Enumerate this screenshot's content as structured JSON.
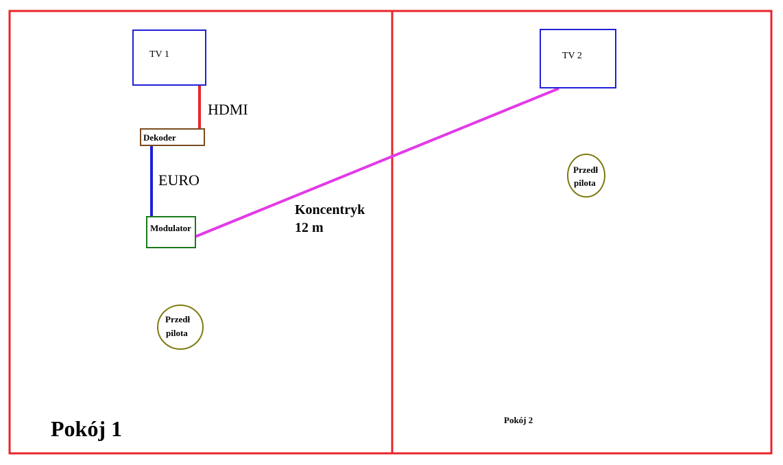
{
  "rooms": {
    "room1_label": "Pokój 1",
    "room2_label": "Pokój 2"
  },
  "devices": {
    "tv1": "TV 1",
    "tv2": "TV 2",
    "decoder": "Dekoder",
    "modulator": "Modulator"
  },
  "cables": {
    "hdmi": "HDMI",
    "euro": "EURO",
    "coax_line1": "Koncentryk",
    "coax_line2": "12 m"
  },
  "remote_extenders": {
    "room1": {
      "line1": "Przedł",
      "line2": "pilota"
    },
    "room2": {
      "line1": "Przedł",
      "line2": "pilota"
    }
  },
  "colors": {
    "room_border": "#e8262a",
    "tv_border": "#1f1fd6",
    "hdmi_cable": "#e8262a",
    "euro_cable": "#1f1fd6",
    "decoder_border": "#7a4a1e",
    "modulator_border": "#1a7a1a",
    "coax_cable": "#e23ae8",
    "extender_border": "#7d7a12"
  }
}
